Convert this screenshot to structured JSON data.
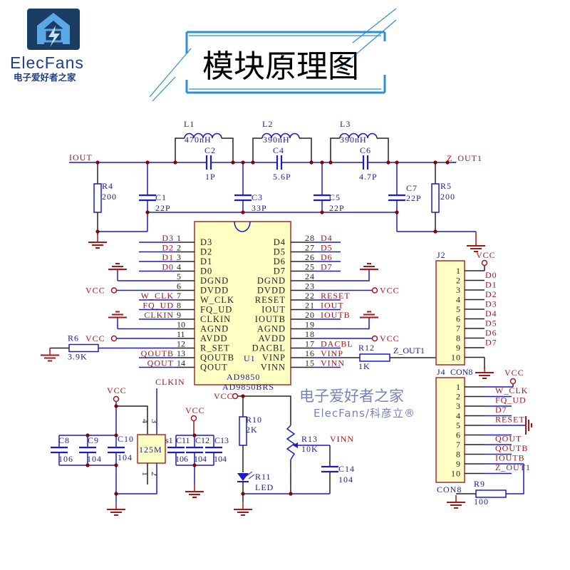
{
  "logo": {
    "brand": "ElecFans",
    "tagline": "电子爱好者之家"
  },
  "title": "模块原理图",
  "watermark": {
    "cn": "电子爱好者之家",
    "en": "ElecFans/科彦立®"
  },
  "colors": {
    "wire": "#1c1cc0",
    "net_label": "#a01818",
    "chip_fill": "#ffffc4",
    "chip_border": "#a03030",
    "title_frame": "#2a8fd6"
  },
  "filter": {
    "net_in": "IOUT",
    "net_out": "Z_OUT1",
    "L1": {
      "ref": "L1",
      "value": "470nH"
    },
    "L2": {
      "ref": "L2",
      "value": "390nH"
    },
    "L3": {
      "ref": "L3",
      "value": "390nH"
    },
    "C1": {
      "ref": "C1",
      "value": "22P"
    },
    "C2": {
      "ref": "C2",
      "value": "1P"
    },
    "C3": {
      "ref": "C3",
      "value": "33P"
    },
    "C4": {
      "ref": "C4",
      "value": "5.6P"
    },
    "C5": {
      "ref": "C5",
      "value": "22P"
    },
    "C6": {
      "ref": "C6",
      "value": "4.7P"
    },
    "C7": {
      "ref": "C7",
      "value": "22P"
    },
    "R4": {
      "ref": "R4",
      "value": "200"
    },
    "R5": {
      "ref": "R5",
      "value": "200"
    }
  },
  "u1": {
    "ref": "U1",
    "part": "AD9850",
    "package": "AD9850BRS",
    "left_pins": [
      {
        "num": "1",
        "name": "D3",
        "net": "D3"
      },
      {
        "num": "2",
        "name": "D2",
        "net": "D2"
      },
      {
        "num": "3",
        "name": "D1",
        "net": "D1"
      },
      {
        "num": "4",
        "name": "D0",
        "net": "D0"
      },
      {
        "num": "5",
        "name": "DGND",
        "net": ""
      },
      {
        "num": "6",
        "name": "DVDD",
        "net": ""
      },
      {
        "num": "7",
        "name": "W_CLK",
        "net": "W_CLK"
      },
      {
        "num": "8",
        "name": "FQ_UD",
        "net": "FQ_UD"
      },
      {
        "num": "9",
        "name": "CLKIN",
        "net": "CLKIN"
      },
      {
        "num": "10",
        "name": "AGND",
        "net": ""
      },
      {
        "num": "11",
        "name": "AVDD",
        "net": ""
      },
      {
        "num": "12",
        "name": "R_SET",
        "net": ""
      },
      {
        "num": "13",
        "name": "QOUTB",
        "net": "QOUTB"
      },
      {
        "num": "14",
        "name": "QOUT",
        "net": "QOUT"
      }
    ],
    "right_pins": [
      {
        "num": "28",
        "name": "D4",
        "net": "D4"
      },
      {
        "num": "27",
        "name": "D5",
        "net": "D5"
      },
      {
        "num": "26",
        "name": "D6",
        "net": "D6"
      },
      {
        "num": "25",
        "name": "D7",
        "net": "D7"
      },
      {
        "num": "24",
        "name": "DGND",
        "net": ""
      },
      {
        "num": "23",
        "name": "DVDD",
        "net": ""
      },
      {
        "num": "22",
        "name": "RESET",
        "net": "RESET"
      },
      {
        "num": "21",
        "name": "IOUT",
        "net": "IOUT"
      },
      {
        "num": "20",
        "name": "IOUTB",
        "net": "IOUTB"
      },
      {
        "num": "19",
        "name": "AGND",
        "net": ""
      },
      {
        "num": "18",
        "name": "AVDD",
        "net": ""
      },
      {
        "num": "17",
        "name": "DACBL",
        "net": "DACBL"
      },
      {
        "num": "16",
        "name": "VINP",
        "net": "VINP"
      },
      {
        "num": "15",
        "name": "VINN",
        "net": "VINN"
      }
    ]
  },
  "power": {
    "vcc": "VCC"
  },
  "R6": {
    "ref": "R6",
    "value": "3.9K"
  },
  "R12": {
    "ref": "R12",
    "value": "1K",
    "net": "Z_OUT1"
  },
  "j2": {
    "ref": "J2",
    "value": "CON8",
    "pins": [
      "1",
      "2",
      "3",
      "4",
      "5",
      "6",
      "7",
      "8",
      "9",
      "10"
    ],
    "nets": [
      "D0",
      "D1",
      "D2",
      "D3",
      "D4",
      "D5",
      "D6",
      "D7",
      "",
      ""
    ]
  },
  "j4": {
    "ref": "J4",
    "value": "CON8",
    "pins": [
      "1",
      "2",
      "3",
      "4",
      "5",
      "6",
      "7",
      "8",
      "9",
      "10"
    ],
    "nets": [
      "W_CLK",
      "FQ_UD",
      "D7",
      "RESET",
      "",
      "QOUT",
      "QOUTB",
      "IOUTB",
      "Z_OUT1",
      ""
    ]
  },
  "R9": {
    "ref": "R9",
    "value": "100"
  },
  "osc": {
    "value": "125M",
    "net": "CLKIN",
    "pins": [
      "4",
      "3",
      "1",
      "2"
    ]
  },
  "C8": {
    "ref": "C8",
    "value": "106"
  },
  "C9": {
    "ref": "C9",
    "value": "104"
  },
  "C10": {
    "ref": "C10",
    "value": "104"
  },
  "C11": {
    "ref": "C11",
    "value": "106",
    "prefix": "s1"
  },
  "C12": {
    "ref": "C12",
    "value": "104"
  },
  "C13": {
    "ref": "C13",
    "value": "104"
  },
  "R10": {
    "ref": "R10",
    "value": "2K"
  },
  "R11": {
    "ref": "R11",
    "value": "LED"
  },
  "R13": {
    "ref": "R13",
    "value": "10K",
    "net": "VINN"
  },
  "C14": {
    "ref": "C14",
    "value": "104"
  }
}
